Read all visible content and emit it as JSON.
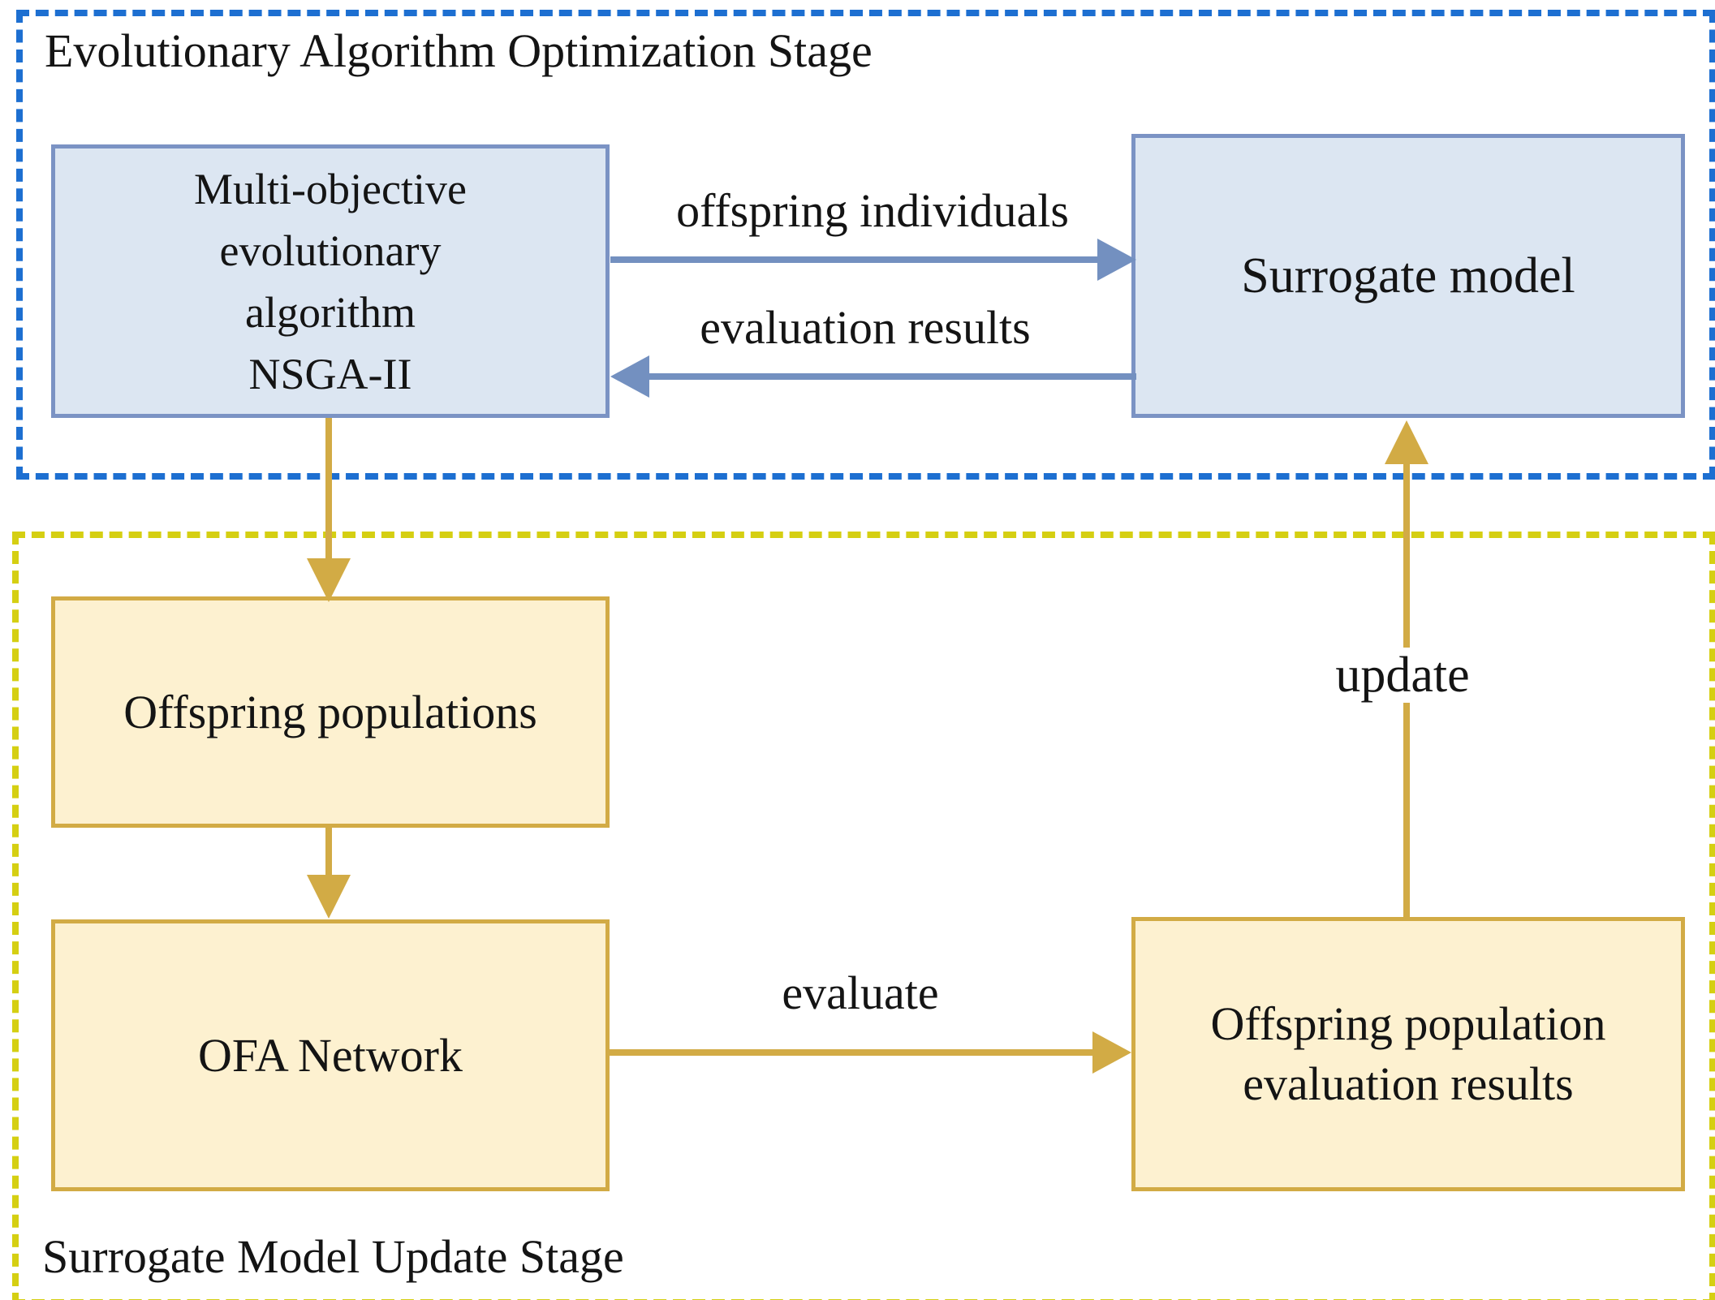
{
  "figure": {
    "type": "flowchart",
    "stages": {
      "optimization": {
        "label": "Evolutionary Algorithm Optimization Stage"
      },
      "update": {
        "label": "Surrogate Model Update Stage"
      }
    },
    "nodes": {
      "moea": {
        "lines": [
          "Multi-objective",
          "evolutionary",
          "algorithm",
          "NSGA-II"
        ]
      },
      "surrogate": {
        "label": "Surrogate model"
      },
      "offspring_populations": {
        "label": "Offspring populations"
      },
      "ofa_network": {
        "label": "OFA Network"
      },
      "eval_results": {
        "lines": [
          "Offspring population",
          "evaluation results"
        ]
      }
    },
    "edges": {
      "offspring_individuals": {
        "label": "offspring individuals",
        "from": "moea",
        "to": "surrogate"
      },
      "evaluation_results": {
        "label": "evaluation results",
        "from": "surrogate",
        "to": "moea"
      },
      "moea_to_offspring_populations": {
        "from": "moea",
        "to": "offspring_populations"
      },
      "offspring_populations_to_ofa": {
        "from": "offspring_populations",
        "to": "ofa_network"
      },
      "evaluate": {
        "label": "evaluate",
        "from": "ofa_network",
        "to": "eval_results"
      },
      "update": {
        "label": "update",
        "from": "eval_results",
        "to": "surrogate"
      }
    },
    "colors": {
      "optimization_stage_border": "#1d6fd1",
      "update_stage_border": "#d5cf12",
      "blue_node_fill": "#dce6f2",
      "blue_node_border": "#7b93c4",
      "blue_arrow": "#7390c0",
      "gold_node_fill": "#fdf1d0",
      "gold_node_border": "#d2ab45",
      "gold_arrow": "#d2ab45",
      "text": "#141414"
    }
  }
}
